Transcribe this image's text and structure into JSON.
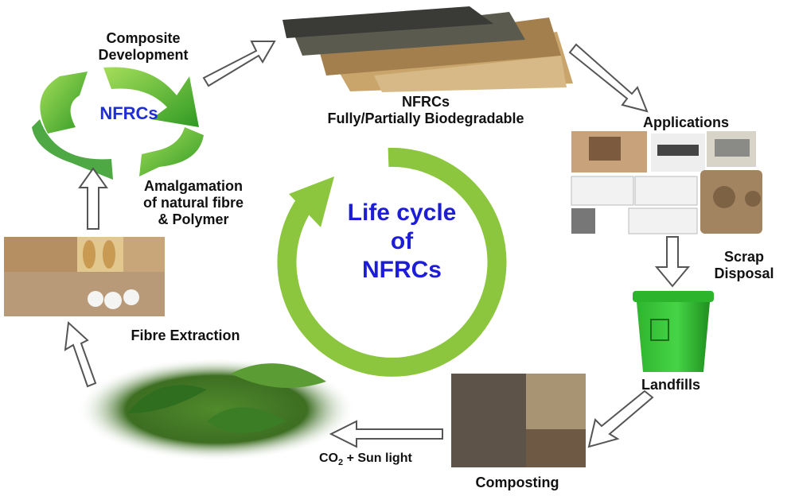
{
  "center": {
    "line1": "Life cycle",
    "line2": "of",
    "line3": "NFRCs"
  },
  "recycle_badge": "NFRCs",
  "labels": {
    "composite_development_1": "Composite",
    "composite_development_2": "Development",
    "nfrcs_title": "NFRCs",
    "biodegradable": "Fully/Partially Biodegradable",
    "applications": "Applications",
    "scrap_1": "Scrap",
    "scrap_2": "Disposal",
    "landfills": "Landfills",
    "composting": "Composting",
    "co2_prefix": "CO",
    "co2_sub": "2",
    "co2_suffix": " + Sun light",
    "fibre_extraction": "Fibre Extraction",
    "amalgamation_1": "Amalgamation",
    "amalgamation_2": "of natural fibre",
    "amalgamation_3": "& Polymer"
  },
  "colors": {
    "cycle_green": "#8cc63f",
    "title_blue": "#1d1dd6",
    "recycle_green": "#3fae2a"
  },
  "icons": [
    "recycle-icon",
    "composite-sheets-image",
    "applications-collage-image",
    "green-bin-icon",
    "compost-image",
    "plant-leaves-image",
    "fibres-collage-image"
  ]
}
